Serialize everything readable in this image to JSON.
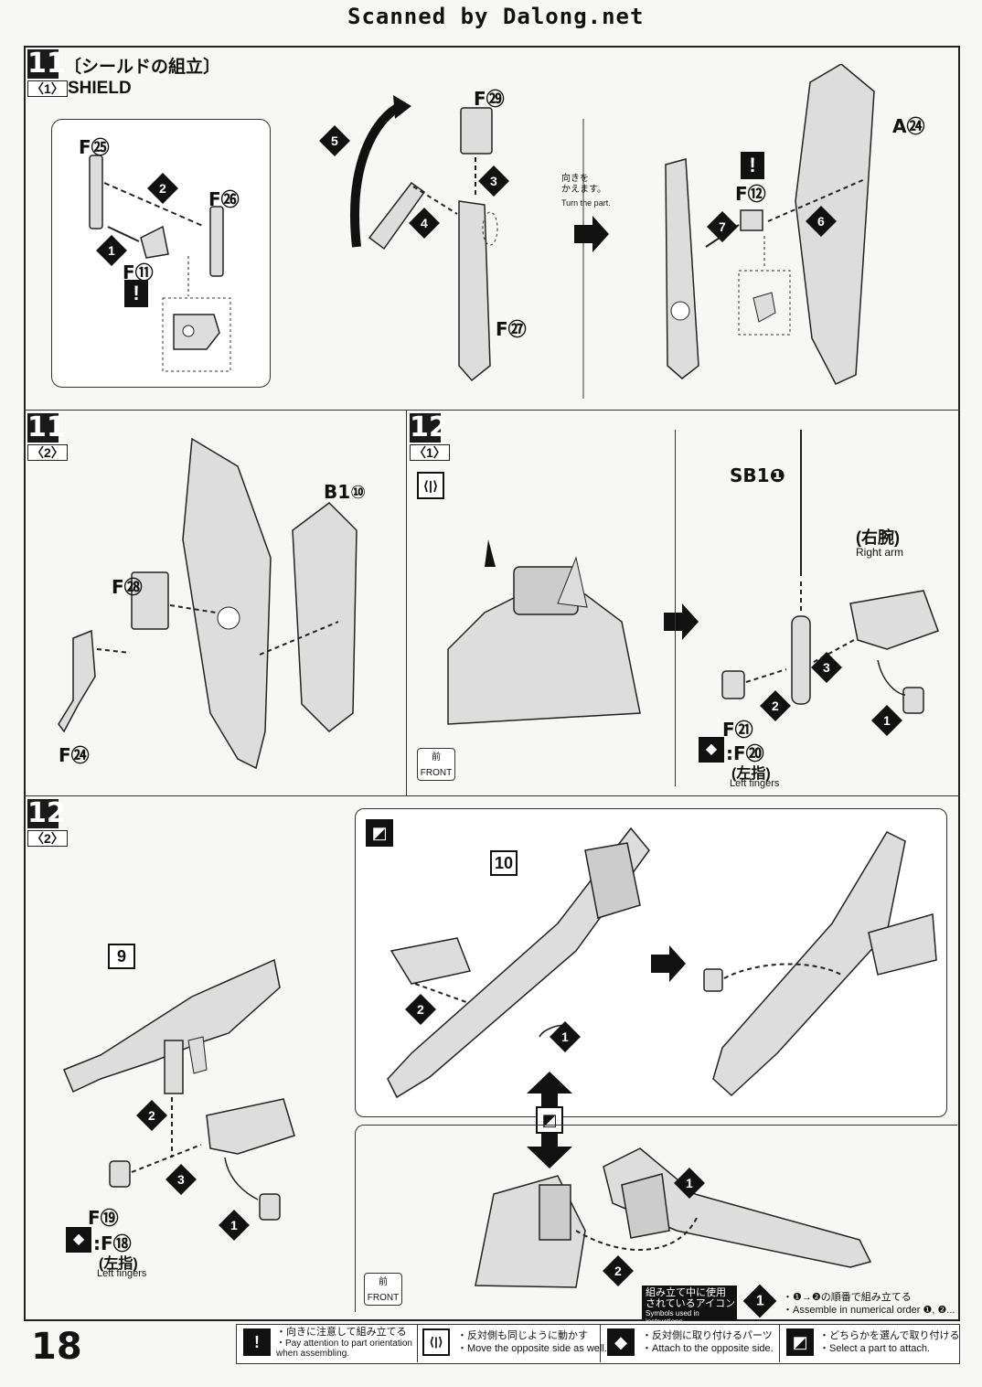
{
  "header": {
    "scan_credit": "Scanned by Dalong.net"
  },
  "page_number": "18",
  "step11_1": {
    "number": "11",
    "sub": "〈1〉",
    "title_jp": "〔シールドの組立〕",
    "title_en": "SHIELD",
    "parts": [
      "F㉕",
      "F㉖",
      "F⑪",
      "F㉙",
      "F㉗",
      "F⑫",
      "A㉔"
    ],
    "turn_jp": "向きを\nかえます。",
    "turn_en": "Turn the part."
  },
  "step11_2": {
    "number": "11",
    "sub": "〈2〉",
    "parts": [
      "B1⑩",
      "F㉘",
      "F㉔"
    ]
  },
  "step12_1": {
    "number": "12",
    "sub": "〈1〉",
    "parts": [
      "SB1❶",
      "F㉑",
      ":F⑳"
    ],
    "right_arm_jp": "(右腕)",
    "right_arm_en": "Right arm",
    "left_fingers_jp": "(左指)",
    "left_fingers_en": "Left fingers",
    "front_jp": "前",
    "front_en": "FRONT"
  },
  "step12_2": {
    "number": "12",
    "sub": "〈2〉",
    "box9": "9",
    "box10": "10",
    "parts": [
      "F⑲",
      ":F⑱"
    ],
    "left_fingers_jp": "(左指)",
    "left_fingers_en": "Left fingers",
    "front_jp": "前",
    "front_en": "FRONT"
  },
  "legend_header": {
    "title_jp": "組み立て中に使用\nされているアイコン",
    "title_en": "Symbols used in instructions",
    "order_jp": "・❶→❷の順番で組み立てる",
    "order_en": "・Assemble in numerical order ❶, ❷..."
  },
  "legend": [
    {
      "icon": "caution-icon",
      "jp": "・向きに注意して組み立てる",
      "en": "・Pay attention to part orientation when assembling."
    },
    {
      "icon": "mirror-icon",
      "jp": "・反対側も同じように動かす",
      "en": "・Move the opposite side as well."
    },
    {
      "icon": "opposite-side-icon",
      "jp": "・反対側に取り付けるパーツ",
      "en": "・Attach to the opposite side."
    },
    {
      "icon": "select-icon",
      "jp": "・どちらかを選んで取り付ける",
      "en": "・Select a part to attach."
    }
  ],
  "colors": {
    "ink": "#111111",
    "paper": "#f7f7f5",
    "part_fill": "#dddddd"
  }
}
